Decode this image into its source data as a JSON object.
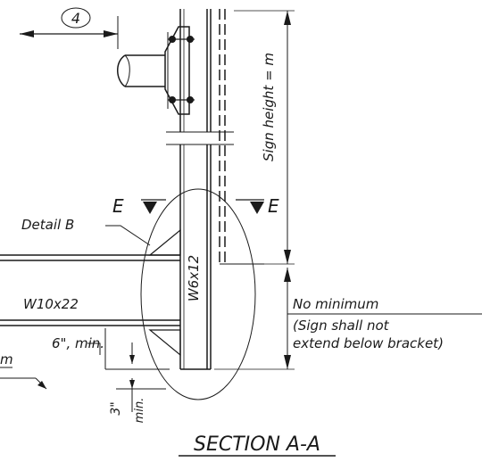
{
  "labels": {
    "callout_number": "4",
    "sign_height": "Sign height = m",
    "section_marker_left": "E",
    "section_marker_right": "E",
    "detail_b": "Detail B",
    "post_member": "W6x12",
    "beam_member": "W10x22",
    "min_clearance": "6\", min.",
    "bottom_clearance": "3\"",
    "bottom_clearance_min": "min.",
    "cut_off_text": "m",
    "no_minimum": "No minimum",
    "sign_note_1": "(Sign shall not",
    "sign_note_2": "extend below bracket)",
    "section_title": "SECTION A-A"
  },
  "colors": {
    "line": "#1a1a1a",
    "background": "#ffffff"
  }
}
